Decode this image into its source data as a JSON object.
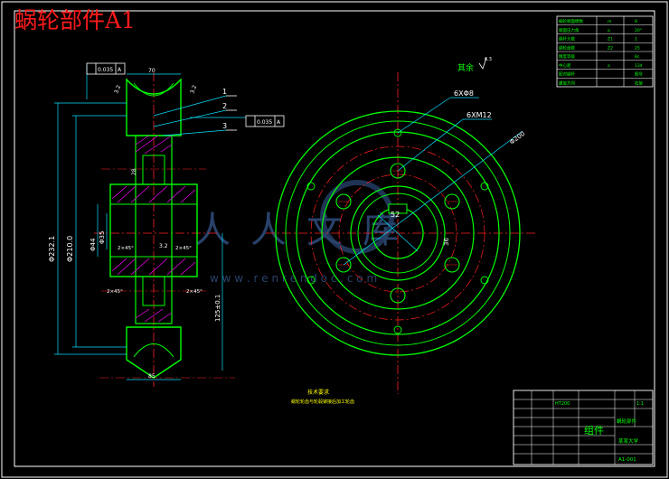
{
  "drawing": {
    "title": "蜗轮部件A1",
    "colors": {
      "background": "#000000",
      "frame": "#ffffff",
      "outline": "#00ff00",
      "center_line": "#ff2020",
      "dimension": "#00e0ff",
      "hatch": "#ff00ff",
      "note": "#ffff00",
      "table_text": "#00ff00"
    }
  },
  "section_view": {
    "diameters": [
      "Φ232.1",
      "Φ210.0",
      "Φ44",
      "Φ35"
    ],
    "chamfer_labels": [
      "2×45°",
      "2×45°",
      "2×45°",
      "2×45°"
    ],
    "tolerance_frames": [
      "0.035",
      "0.035"
    ],
    "datum_labels": [
      "A",
      "A"
    ],
    "part_numbers": [
      "1",
      "2",
      "3"
    ],
    "angle_labels": [
      "3.2",
      "3.2"
    ],
    "small_labels": [
      "70",
      "52",
      "28",
      "3.2",
      "36",
      "85",
      "125±0.1"
    ]
  },
  "front_view": {
    "callouts": [
      "6XΦ8",
      "6XM12",
      "Φ200"
    ],
    "surface_note": "其余",
    "surface_value": "6.3"
  },
  "notes": {
    "heading": "技术要求",
    "line1": "蜗轮轮齿与轮毂铆接后加工轮齿"
  },
  "params_table": {
    "rows": [
      [
        "蜗轮端面模数",
        "m",
        "8"
      ],
      [
        "端面压力角",
        "α",
        "20°"
      ],
      [
        "蜗杆头数",
        "Z1",
        "1"
      ],
      [
        "蜗轮齿数",
        "Z2",
        "25"
      ],
      [
        "精度等级",
        "",
        "8c"
      ],
      [
        "中心距",
        "a",
        "134"
      ],
      [
        "配对蜗杆",
        "",
        "图号"
      ],
      [
        "螺旋方向",
        "",
        "右旋"
      ]
    ]
  },
  "title_block": {
    "part_name": "组件",
    "drawing_name": "蜗轮部件",
    "material": "HT200",
    "scale": "1:1",
    "school": "某某大学",
    "sheet_code": "A1-001"
  },
  "watermark": {
    "text": "人人文库",
    "url": "w w w . r e n r e n d o c . c o m"
  }
}
